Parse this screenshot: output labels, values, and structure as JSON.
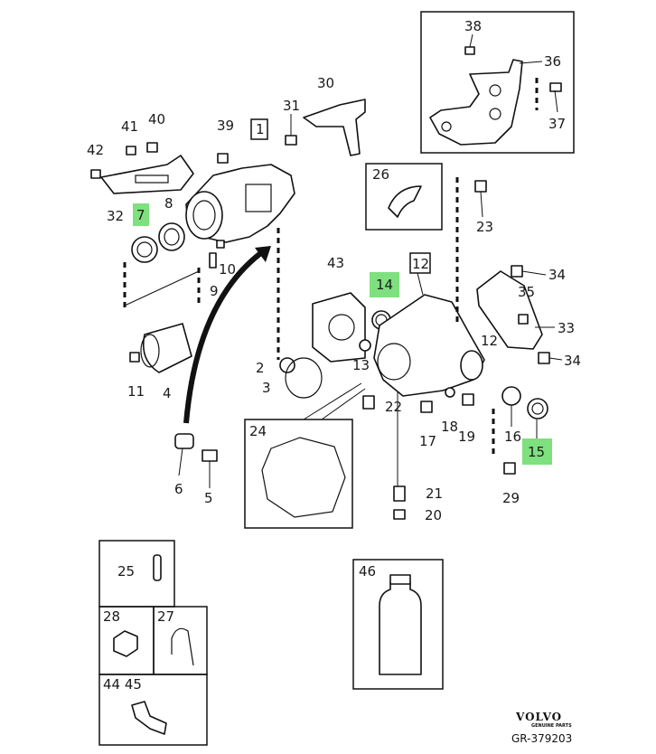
{
  "labels": {
    "p1": "1",
    "p2": "2",
    "p3": "3",
    "p4": "4",
    "p5": "5",
    "p6": "6",
    "p7": "7",
    "p8": "8",
    "p9": "9",
    "p10": "10",
    "p11": "11",
    "p12a": "12",
    "p12b": "12",
    "p13": "13",
    "p14": "14",
    "p15": "15",
    "p16": "16",
    "p17": "17",
    "p18": "18",
    "p19": "19",
    "p20": "20",
    "p21": "21",
    "p22": "22",
    "p23": "23",
    "p24": "24",
    "p25": "25",
    "p26": "26",
    "p27": "27",
    "p28": "28",
    "p29": "29",
    "p30": "30",
    "p31": "31",
    "p32": "32",
    "p33": "33",
    "p34a": "34",
    "p34b": "34",
    "p35": "35",
    "p36": "36",
    "p37": "37",
    "p38": "38",
    "p39": "39",
    "p40": "40",
    "p41": "41",
    "p42": "42",
    "p43": "43",
    "p44_45": "44 45",
    "p46": "46"
  },
  "highlight_color": "#7ee07e",
  "highlighted_parts": [
    "7",
    "14",
    "15"
  ],
  "brand": {
    "name": "VOLVO",
    "sub": "GENUINE PARTS"
  },
  "reference": "GR-379203"
}
